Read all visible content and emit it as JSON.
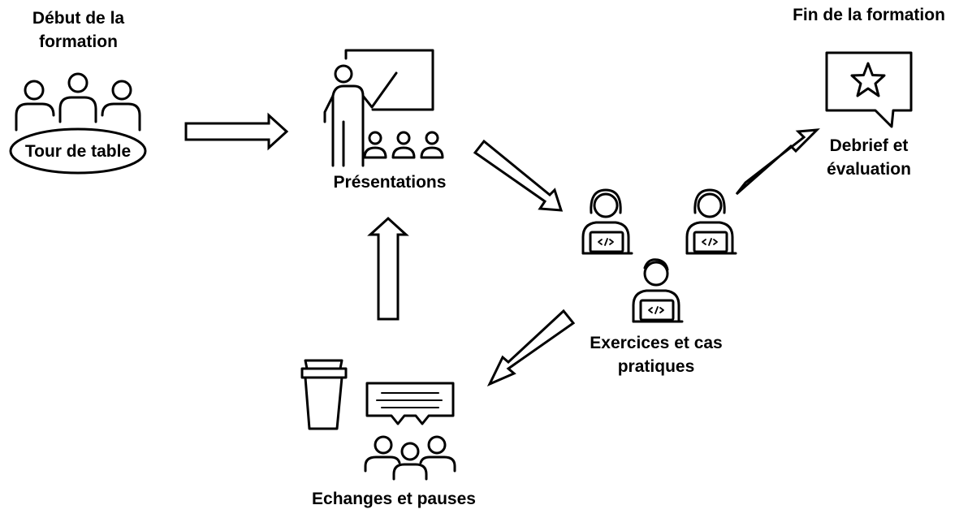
{
  "labels": {
    "start_line1": "Début de la",
    "start_line2": "formation",
    "table": "Tour de table",
    "presentations": "Présentations",
    "exercises_line1": "Exercices et cas",
    "exercises_line2": "pratiques",
    "exchanges": "Echanges et pauses",
    "end": "Fin de la formation",
    "debrief_line1": "Debrief et",
    "debrief_line2": "évaluation"
  },
  "icons": {
    "meeting": "meeting-table-icon",
    "presentation": "presentation-board-icon",
    "coding": "coding-people-icon",
    "coffee": "coffee-cup-icon",
    "discussion": "discussion-group-icon",
    "evaluation": "star-feedback-icon",
    "arrow": "flow-arrow-icon"
  }
}
